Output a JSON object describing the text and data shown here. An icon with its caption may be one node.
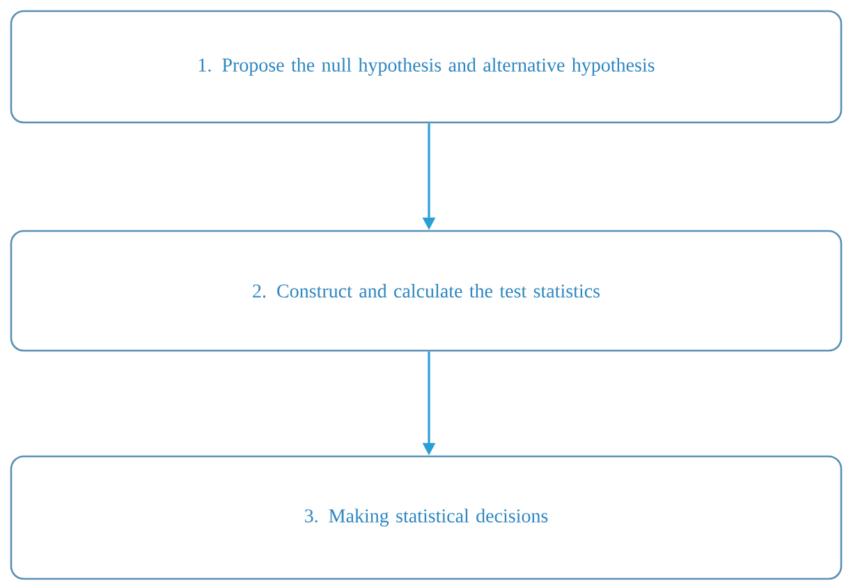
{
  "diagram": {
    "nodes": [
      {
        "text": [
          "1. Propose the null hypothesis and alternative hypothesis"
        ]
      },
      {
        "text": [
          "2. Construct and calculate the test statistics"
        ]
      },
      {
        "text": [
          "3. Making statistical decisions"
        ]
      }
    ],
    "edges": [
      {
        "from": 0,
        "to": 1,
        "arrow": "to"
      },
      {
        "from": 1,
        "to": 2,
        "arrow": "to"
      }
    ]
  }
}
